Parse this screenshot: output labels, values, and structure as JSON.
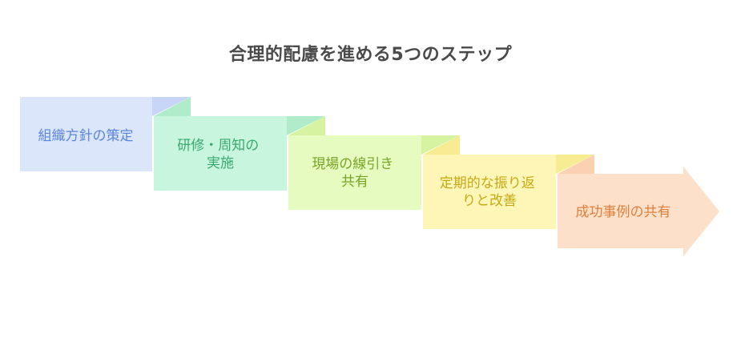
{
  "title": "合理的配慮を進める5つのステップ",
  "steps": [
    {
      "lines": [
        "組織方針の策定"
      ],
      "fill": "#dbe6fb",
      "fold": "#c7d6f6",
      "text": "#5b86dc"
    },
    {
      "lines": [
        "研修・周知の",
        "実施"
      ],
      "fill": "#c8f5dd",
      "fold": "#b0ecca",
      "text": "#3aa86f"
    },
    {
      "lines": [
        "現場の線引き",
        "共有"
      ],
      "fill": "#e6fbc0",
      "fold": "#d6f3a2",
      "text": "#78a323"
    },
    {
      "lines": [
        "定期的な振り返",
        "りと改善"
      ],
      "fill": "#fdf6b6",
      "fold": "#f7ec92",
      "text": "#c6a816"
    },
    {
      "lines": [
        "成功事例の共有"
      ],
      "fill": "#fde0c9",
      "fold": "#fbd1b1",
      "text": "#e07f3a"
    }
  ]
}
